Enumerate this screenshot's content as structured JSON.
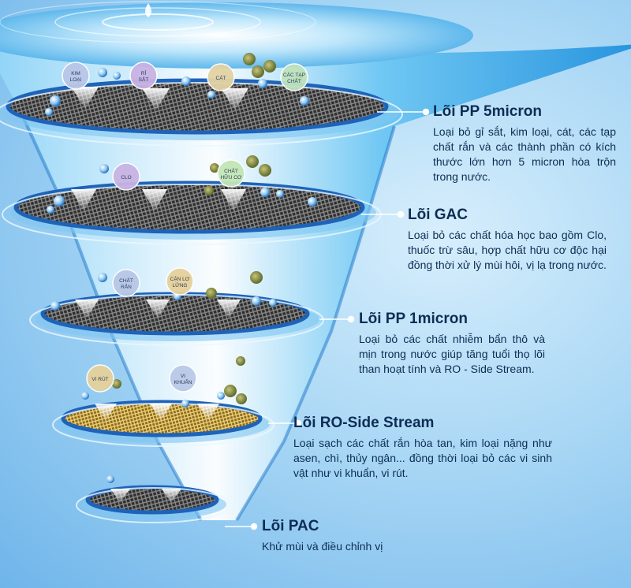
{
  "layers": [
    {
      "title": "Lõi PP 5micron",
      "description": "Loại bỏ gỉ sắt, kim loại, cát, các tạp chất rắn và các thành phần có kích thước lớn hơn 5 micron hòa trộn trong nước.",
      "particles": [
        {
          "lines": [
            "KIM",
            "LOẠI"
          ],
          "color": "#b9c6e8"
        },
        {
          "lines": [
            "RỈ",
            "SẮT"
          ],
          "color": "#c9b3e3"
        },
        {
          "lines": [
            "CÁT"
          ],
          "color": "#e3d3a4"
        },
        {
          "lines": [
            "CÁC TẠP",
            "CHẤT"
          ],
          "color": "#bfe3bf"
        }
      ]
    },
    {
      "title": "Lõi GAC",
      "description": "Loại bỏ các chất hóa học bao gồm Clo, thuốc trừ sâu, hợp chất hữu cơ độc hại đồng thời xử lý mùi hôi, vị lạ trong nước.",
      "particles": [
        {
          "lines": [
            "CLO"
          ],
          "color": "#c8b4e4"
        },
        {
          "lines": [
            "CHẤT",
            "HỮU CƠ"
          ],
          "color": "#c3e6b6"
        }
      ]
    },
    {
      "title": "Lõi PP 1micron",
      "description": "Loại bỏ các chất nhiễm bẩn thô và mịn trong nước giúp tăng tuổi thọ lõi than hoạt tính và RO - Side Stream.",
      "particles": [
        {
          "lines": [
            "CHẤT",
            "RẮN"
          ],
          "color": "#b8c7e6"
        },
        {
          "lines": [
            "CẶN LƠ",
            "LỬNG"
          ],
          "color": "#e6d19a"
        }
      ]
    },
    {
      "title": "Lõi RO-Side Stream",
      "description": "Loại sạch các chất rắn hòa tan, kim loại nặng như asen, chì, thủy ngân... đồng thời loại bỏ các vi sinh vật như vi khuẩn, vi rút.",
      "particles": [
        {
          "lines": [
            "VI RÚT"
          ],
          "color": "#e6d29c"
        },
        {
          "lines": [
            "VI",
            "KHUẨN"
          ],
          "color": "#b9c9e7"
        }
      ]
    },
    {
      "title": "Lõi PAC",
      "description": "Khử mùi và điều chỉnh vị",
      "particles": []
    }
  ],
  "colors": {
    "funnel_light": "#e9f7ff",
    "funnel_mid": "#7fd0f6",
    "funnel_dark": "#2f9fe6",
    "ring": "#1f63b8",
    "mesh_dark": "#3a3a3a",
    "ro_mesh": "#c8a84a",
    "text": "#0d2d54"
  }
}
